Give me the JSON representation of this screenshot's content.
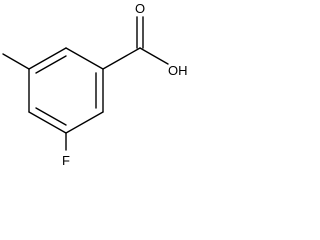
{
  "molecule": {
    "atoms": {
      "carbonyl_oxygen": "O",
      "hydroxyl": "OH",
      "fluorine": "F"
    },
    "colors": {
      "bond": "#000000",
      "background": "#ffffff",
      "label": "#000000"
    }
  }
}
